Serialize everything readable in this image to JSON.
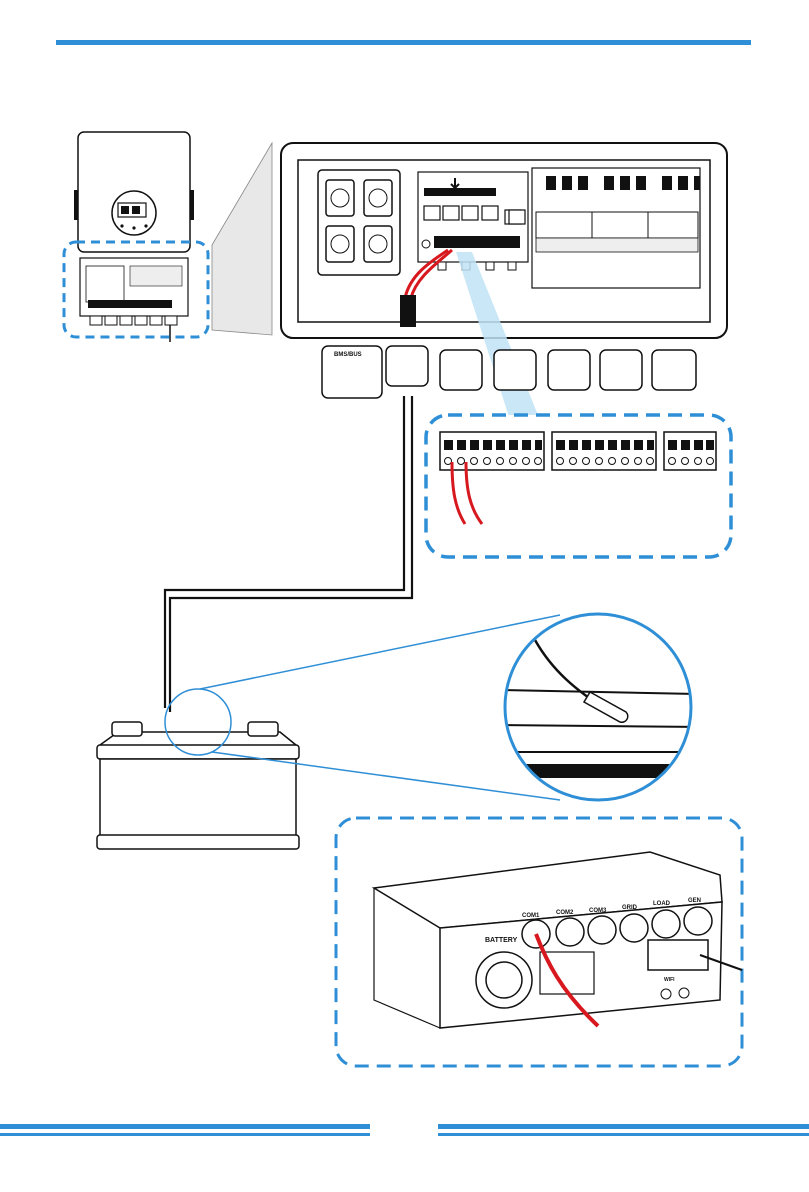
{
  "colors": {
    "accent_blue": "#2f8fd6",
    "dash_blue": "#2f8fd6",
    "highlight_blue": "#bfe3f6",
    "wire_red": "#d7191f",
    "line_dark": "#111111"
  },
  "labels": {
    "battery_port": "BATTERY",
    "bms_port": "BMS/BUS"
  },
  "ports": [
    {
      "label": "COM1"
    },
    {
      "label": "COM2"
    },
    {
      "label": "COM3"
    },
    {
      "label": "GRID"
    },
    {
      "label": "LOAD"
    },
    {
      "label": "GEN"
    },
    {
      "label": "WIFI"
    }
  ],
  "icons": {
    "inverter": "inverter-icon",
    "battery": "battery-icon",
    "temperature_sensor": "temperature-sensor-icon",
    "magnifier": "magnifier-icon"
  }
}
